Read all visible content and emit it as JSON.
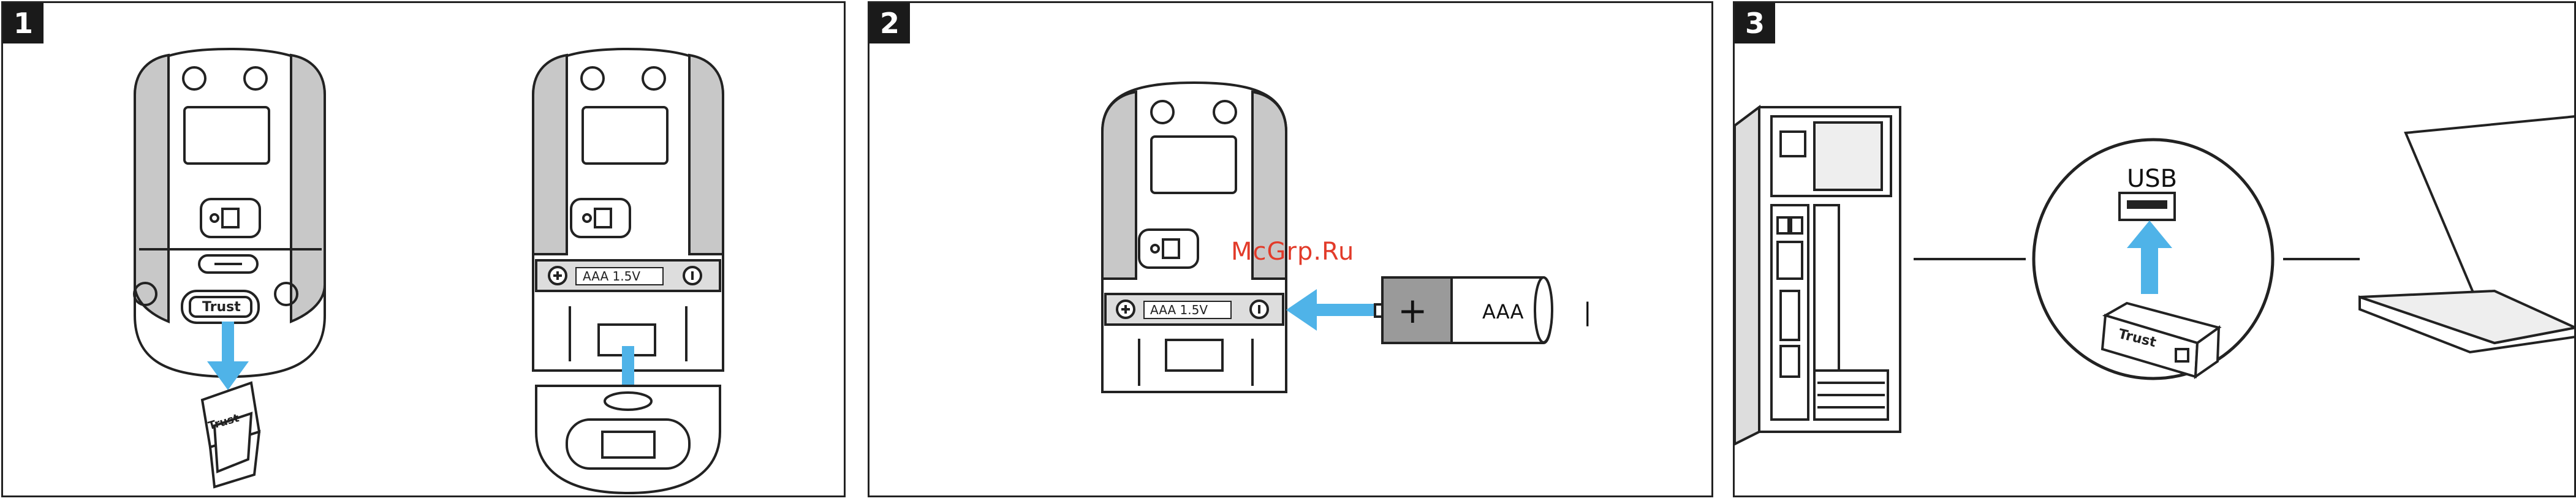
{
  "panels": [
    {
      "number": "1"
    },
    {
      "number": "2"
    },
    {
      "number": "3"
    }
  ],
  "brand": "Trust",
  "battery_label": "AAA 1.5V",
  "battery_plus": "+",
  "battery_minus": "|",
  "battery_type": "AAA",
  "usb_label": "USB",
  "watermark": "McGrp.Ru",
  "colors": {
    "arrow": "#4fb3e8",
    "outline": "#222222",
    "gray": "#bdbdbd",
    "dark_gray": "#9a9a9a"
  }
}
